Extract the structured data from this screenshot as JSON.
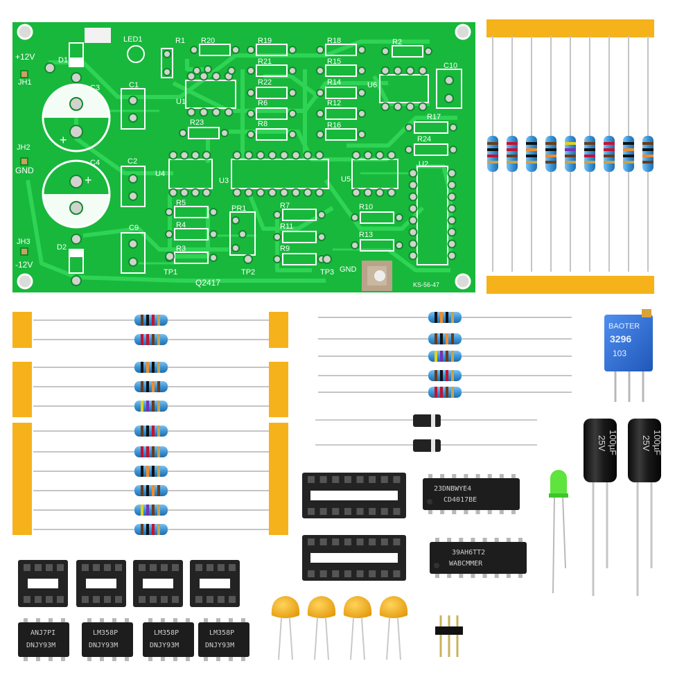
{
  "colors": {
    "pcb": "#18b83c",
    "pcb_dark": "#0f9a2e",
    "trace": "#2bd34f",
    "tape": "#f5b21a",
    "resistor_body": "#3f9ad8",
    "chip": "#1d1d1d",
    "socket": "#222222",
    "cap_ceramic": "#f1b21c",
    "electrolytic": "#161616",
    "pot": "#2f6fd0",
    "led": "#58e03a"
  },
  "pcb": {
    "labels": {
      "led1": "LED1",
      "r1": "R1",
      "r20": "R20",
      "r19": "R19",
      "r18": "R18",
      "r2": "R2",
      "v12": "+12V",
      "d1": "D1",
      "jh1": "JH1",
      "c3": "C3",
      "c1": "C1",
      "u1": "U1",
      "r21": "R21",
      "r22": "R22",
      "r6": "R6",
      "r8": "R8",
      "r15": "R15",
      "r14": "R14",
      "r12": "R12",
      "r16": "R16",
      "u6": "U6",
      "c10": "C10",
      "r17": "R17",
      "r24": "R24",
      "r23": "R23",
      "jh2": "JH2",
      "gnd": "GND",
      "c4": "C4",
      "c2": "C2",
      "u4": "U4",
      "u3": "U3",
      "u5": "U5",
      "u2": "U2",
      "r5": "R5",
      "pr1": "PR1",
      "r7": "R7",
      "r10": "R10",
      "r4": "R4",
      "r11": "R11",
      "r13": "R13",
      "c9": "C9",
      "r3": "R3",
      "r9": "R9",
      "jh3": "JH3",
      "d2": "D2",
      "vneg12": "-12V",
      "tp1": "TP1",
      "tp2": "TP2",
      "tp3": "TP3",
      "gnd2": "GND",
      "q2417": "Q2417",
      "board_id": "KS-56-47"
    }
  },
  "chips": {
    "cd4017_l1": "23DNBWYE4",
    "cd4017_l2": "CD4017BE",
    "cd4017b_l1": "39AH6TT2",
    "cd4017b_l2": "WABCMMER",
    "lm_a_l1": "ANJ7PI",
    "lm_a_l2": "DNJY93M",
    "lm_b_l1": "LM358P",
    "lm_b_l2": "DNJY93M",
    "lm_c_l1": "LM358P",
    "lm_c_l2": "DNJY93M",
    "lm_d_l1": "LM358P",
    "lm_d_l2": "DNJY93M"
  },
  "pot": {
    "brand": "BAOTER",
    "model": "3296",
    "value": "103"
  },
  "electrolytic": {
    "a_l1": "100µF",
    "a_l2": "25V",
    "b_l1": "100µF",
    "b_l2": "25V"
  }
}
